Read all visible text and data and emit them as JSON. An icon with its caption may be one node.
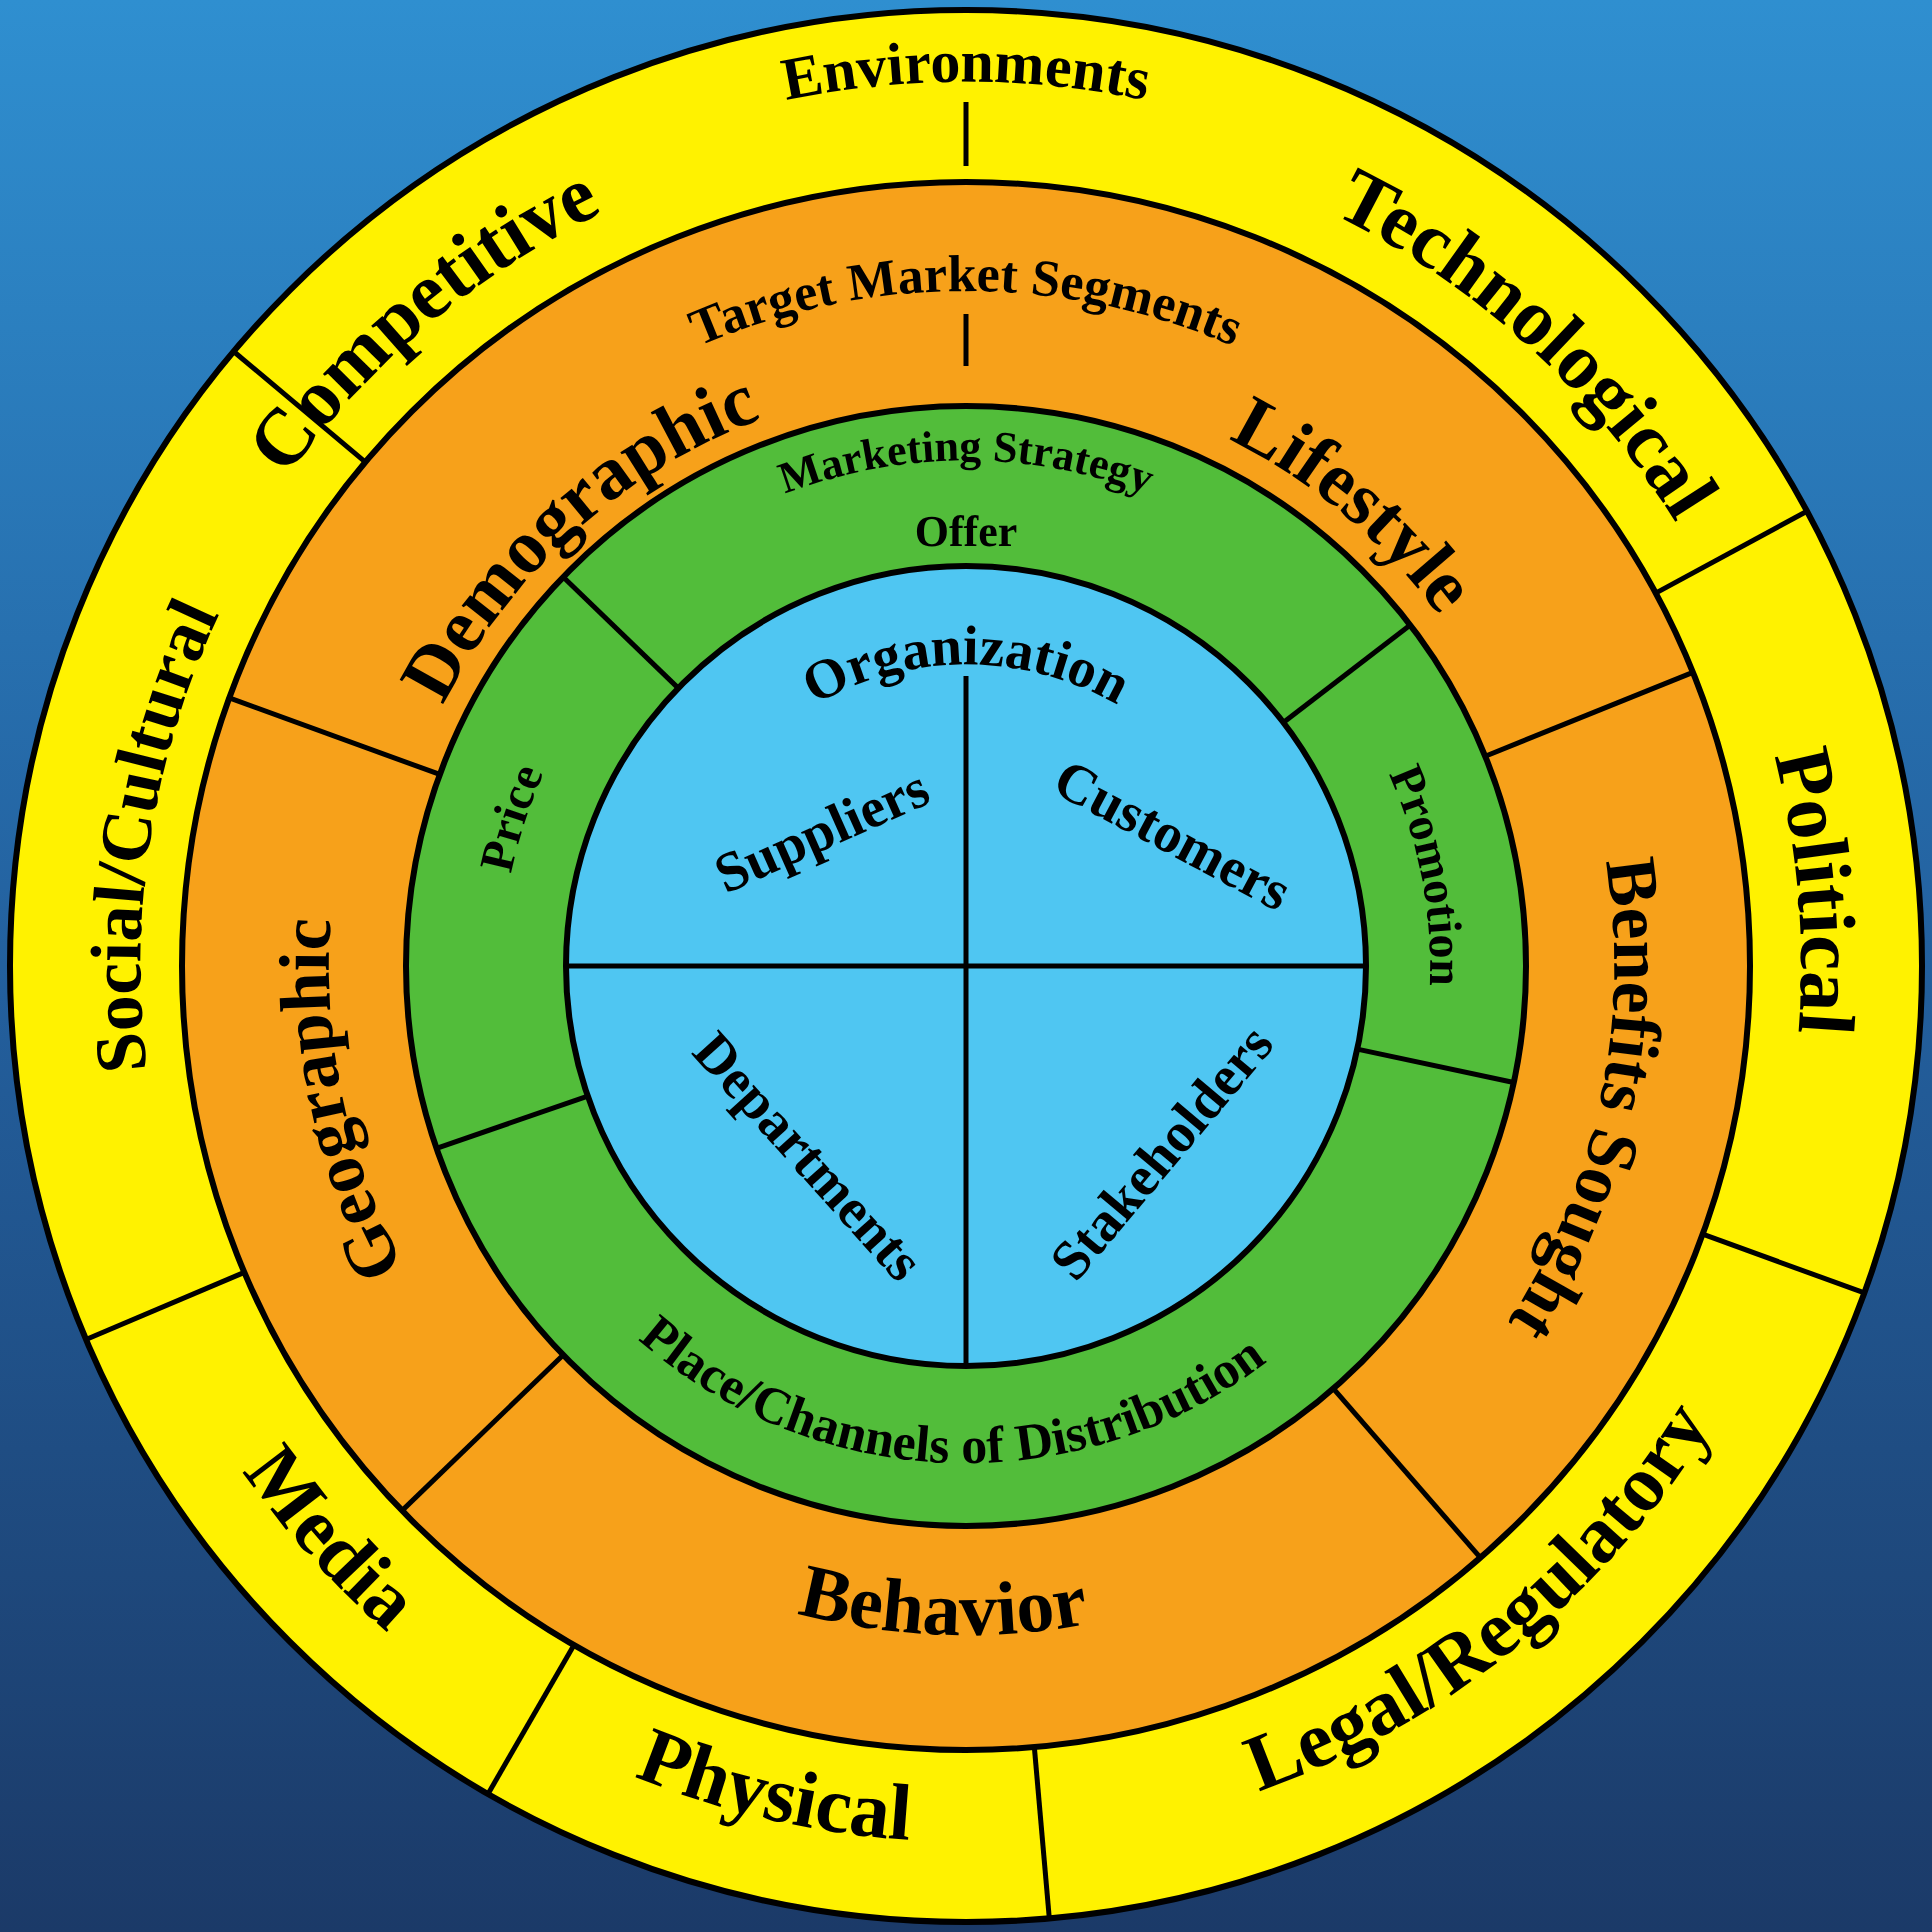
{
  "diagram": {
    "nodes": [
      {
        "text": [
          "Environments"
        ]
      },
      {
        "text": [
          "Competitive"
        ],
        "in": 0
      },
      {
        "text": [
          "Technological"
        ],
        "in": 0
      },
      {
        "text": [
          "Political"
        ],
        "in": 0
      },
      {
        "text": [
          "Legal/Regulatory"
        ],
        "in": 0
      },
      {
        "text": [
          "Physical"
        ],
        "in": 0
      },
      {
        "text": [
          "Media"
        ],
        "in": 0
      },
      {
        "text": [
          "Social/Cultural"
        ],
        "in": 0
      },
      {
        "text": [
          "Target Market Segments"
        ],
        "in": 0
      },
      {
        "text": [
          "Demographic"
        ],
        "in": 8
      },
      {
        "text": [
          "Lifestyle"
        ],
        "in": 8
      },
      {
        "text": [
          "Benefits Sought"
        ],
        "in": 8
      },
      {
        "text": [
          "Behavior"
        ],
        "in": 8
      },
      {
        "text": [
          "Geographic"
        ],
        "in": 8
      },
      {
        "text": [
          "Marketing Strategy"
        ],
        "in": 8
      },
      {
        "text": [
          "Offer"
        ],
        "in": 14
      },
      {
        "text": [
          "Promotion"
        ],
        "in": 14
      },
      {
        "text": [
          "Place/Channels of Distribution"
        ],
        "in": 14
      },
      {
        "text": [
          "Price"
        ],
        "in": 14
      },
      {
        "text": [
          "Organization"
        ],
        "in": 14
      },
      {
        "text": [
          "Suppliers"
        ],
        "in": 19
      },
      {
        "text": [
          "Customers"
        ],
        "in": 19
      },
      {
        "text": [
          "Departments"
        ],
        "in": 19
      },
      {
        "text": [
          "Stakeholders"
        ],
        "in": 19
      }
    ],
    "edges": []
  }
}
